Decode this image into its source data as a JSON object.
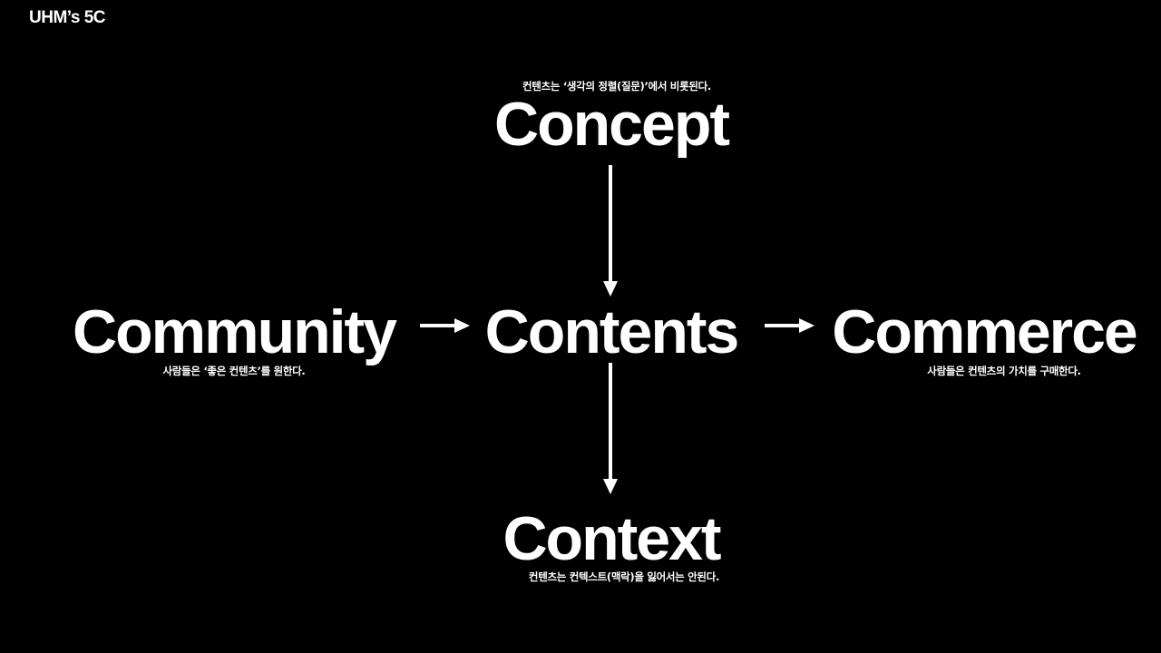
{
  "slide": {
    "title": "UHM’s 5C"
  },
  "nodes": {
    "concept": "Concept",
    "community": "Community",
    "contents": "Contents",
    "commerce": "Commerce",
    "context": "Context"
  },
  "captions": {
    "concept": "컨텐츠는 ‘생각의 정렬(질문)’에서 비롯된다.",
    "community": "사람들은 ‘좋은 컨텐츠’를 원한다.",
    "commerce": "사람들은 컨텐츠의 가치를 구매한다.",
    "context": "컨텐츠는 컨텍스트(맥락)을 잃어서는 안된다."
  },
  "colors": {
    "background": "#000000",
    "foreground": "#ffffff"
  }
}
